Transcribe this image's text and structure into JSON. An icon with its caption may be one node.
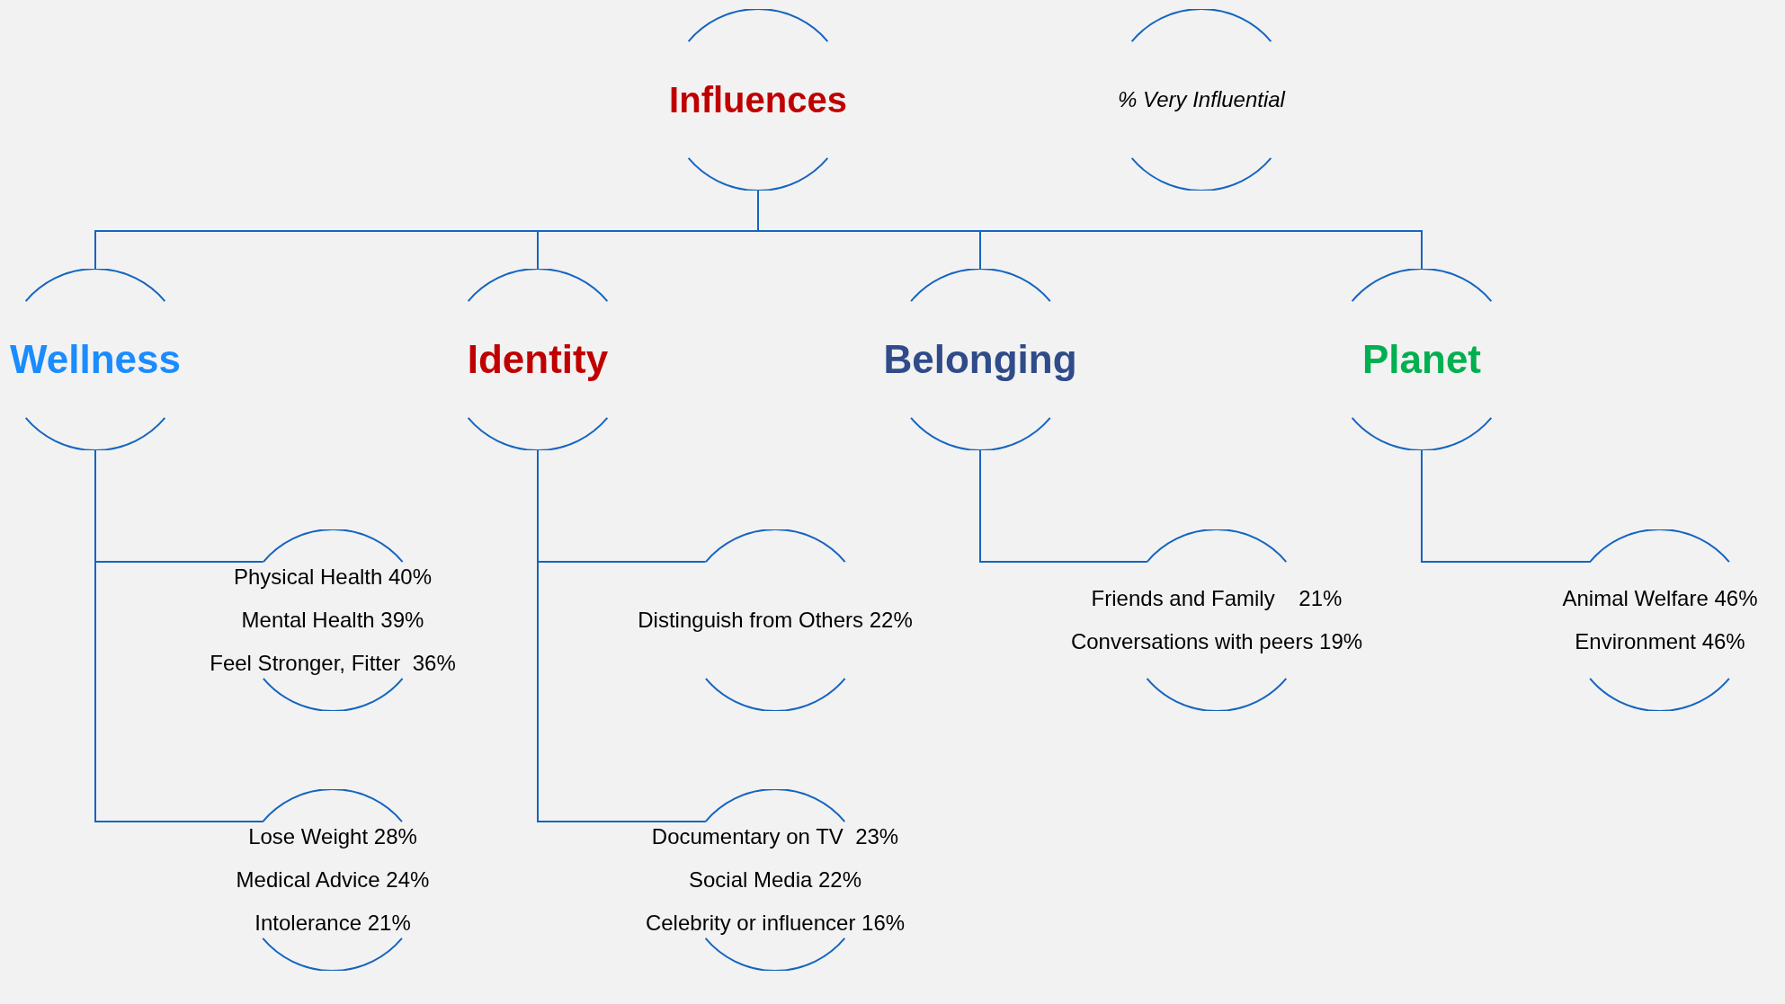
{
  "diagram": {
    "nodes": [
      {
        "text": [
          "Influences"
        ]
      },
      {
        "text": [
          "% Very Influential"
        ]
      },
      {
        "text": [
          "Wellness"
        ]
      },
      {
        "text": [
          "Identity"
        ]
      },
      {
        "text": [
          "Belonging"
        ]
      },
      {
        "text": [
          "Planet"
        ]
      },
      {
        "text": [
          "Physical Health 40%",
          "Mental Health 39%",
          "Feel Stronger, Fitter  36%"
        ]
      },
      {
        "text": [
          "Lose Weight 28%",
          "Medical Advice 24%",
          "Intolerance 21%"
        ]
      },
      {
        "text": [
          "Distinguish from Others 22%"
        ]
      },
      {
        "text": [
          "Documentary on TV  23%",
          "Social Media 22%",
          "Celebrity or influencer 16%"
        ]
      },
      {
        "text": [
          "Friends and Family    21%",
          "Conversations with peers 19%"
        ]
      },
      {
        "text": [
          "Animal Welfare 46%",
          "Environment 46%"
        ]
      }
    ],
    "edges": [
      {
        "from": 0,
        "to": 2,
        "arrow": "none"
      },
      {
        "from": 0,
        "to": 3,
        "arrow": "none"
      },
      {
        "from": 0,
        "to": 4,
        "arrow": "none"
      },
      {
        "from": 0,
        "to": 5,
        "arrow": "none"
      },
      {
        "from": 2,
        "to": 6,
        "arrow": "none"
      },
      {
        "from": 2,
        "to": 7,
        "arrow": "none"
      },
      {
        "from": 3,
        "to": 8,
        "arrow": "none"
      },
      {
        "from": 3,
        "to": 9,
        "arrow": "none"
      },
      {
        "from": 4,
        "to": 10,
        "arrow": "none"
      },
      {
        "from": 5,
        "to": 11,
        "arrow": "none"
      }
    ]
  }
}
